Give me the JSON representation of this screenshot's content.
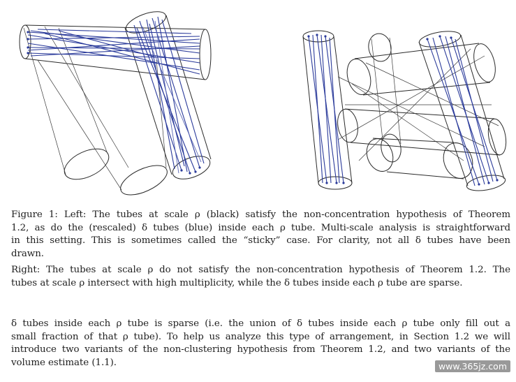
{
  "figure": {
    "left_panel": "sticky-case-tubes",
    "right_panel": "non-sticky-case-tubes"
  },
  "caption_left": {
    "lines": [
      "Figure 1: Left: The tubes at scale ρ (black) satisfy the non-concentration hypothesis of Theorem",
      "1.2, as do the (rescaled) δ tubes (blue) inside each ρ tube. Multi-scale analysis is straightforward",
      "in this setting. This is sometimes called the “sticky” case. For clarity, not all δ tubes have been",
      "drawn."
    ]
  },
  "caption_right": {
    "lines": [
      "Right: The tubes at scale ρ do not satisfy the non-concentration hypothesis of Theorem 1.2. The",
      "tubes at scale ρ intersect with high multiplicity, while the δ tubes inside each ρ tube are sparse."
    ]
  },
  "body": {
    "lines": [
      "δ tubes inside each ρ tube is sparse (i.e. the union of δ tubes inside each ρ tube only fill out a",
      "small fraction of that ρ tube). To help us analyze this type of arrangement, in Section 1.2 we will",
      "introduce two variants of the non-clustering hypothesis from Theorem 1.2, and two variants of the",
      "volume estimate (1.1)."
    ]
  },
  "watermark": "www.365jz.com"
}
